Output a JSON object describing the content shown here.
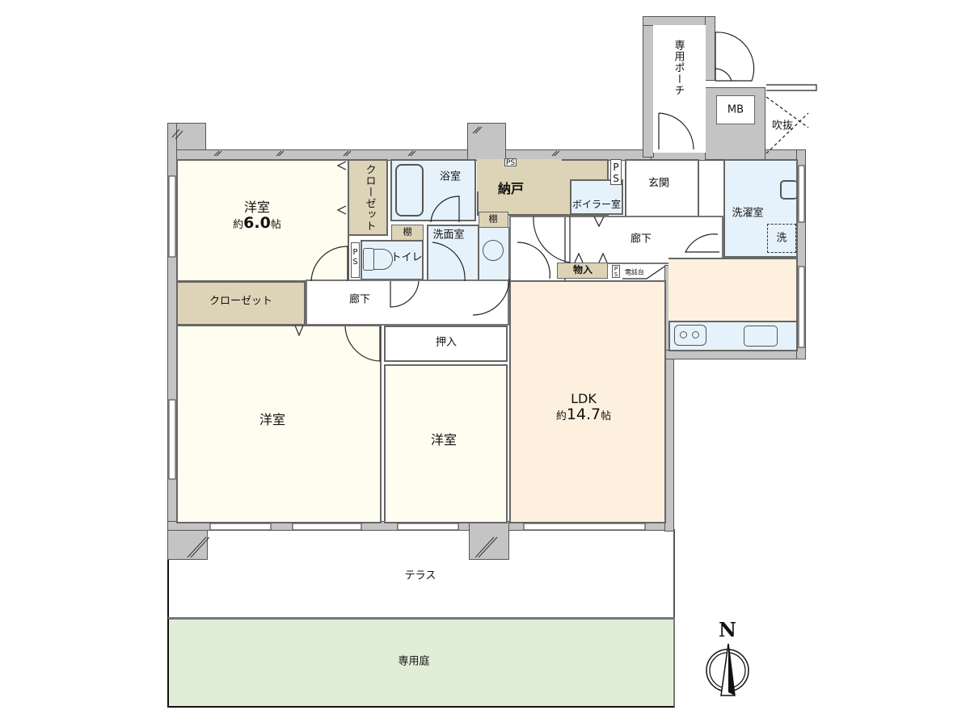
{
  "floor_plan": {
    "rooms": {
      "western_room_1": {
        "name": "洋室",
        "area": "約6.0帖",
        "area_prefix": "約",
        "area_value": "6.0",
        "area_unit": "帖"
      },
      "closet_vertical": {
        "name": "クローゼット"
      },
      "closet_horizontal": {
        "name": "クローゼット"
      },
      "bathroom": {
        "name": "浴室"
      },
      "storage_nando": {
        "name": "納戸"
      },
      "boiler_room": {
        "name": "ボイラー室"
      },
      "entrance": {
        "name": "玄関"
      },
      "laundry_room": {
        "name": "洗濯室"
      },
      "washer_space": {
        "name": "洗"
      },
      "shelf_1": {
        "name": "棚"
      },
      "shelf_2": {
        "name": "棚"
      },
      "toilet": {
        "name": "トイレ"
      },
      "washroom": {
        "name": "洗面室"
      },
      "hallway_1": {
        "name": "廊下"
      },
      "hallway_2": {
        "name": "廊下"
      },
      "storage_monoire": {
        "name": "物入"
      },
      "phone_stand": {
        "name": "電話台"
      },
      "closet_oshiire": {
        "name": "押入"
      },
      "western_room_2": {
        "name": "洋室"
      },
      "western_room_3": {
        "name": "洋室"
      },
      "ldk": {
        "name": "LDK",
        "area": "約14.7帖",
        "area_prefix": "約",
        "area_value": "14.7",
        "area_unit": "帖"
      },
      "private_porch": {
        "name": "専用ポーチ"
      },
      "meter_box": {
        "name": "MB"
      },
      "atrium": {
        "name": "吹抜"
      },
      "terrace": {
        "name": "テラス"
      },
      "private_garden": {
        "name": "専用庭"
      }
    },
    "pipe_spaces": {
      "label_short": "PS",
      "label_p": "P",
      "label_s": "S"
    },
    "compass": {
      "label": "N"
    },
    "colors": {
      "western_room": "#fefdf0",
      "ldk": "#fdf0de",
      "wet_area": "#e6f2fb",
      "storage": "#ddd3b6",
      "garden": "#e0eed9",
      "wall": "#c4c4c4"
    }
  }
}
